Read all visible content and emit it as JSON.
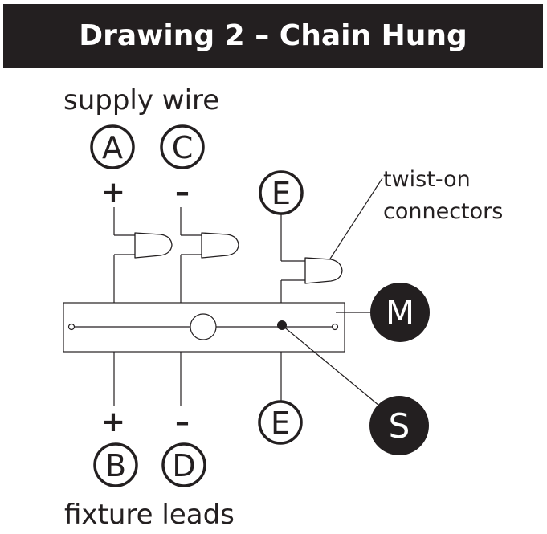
{
  "title": "Drawing 2 – Chain Hung",
  "labels": {
    "supply": "supply wire",
    "fixture": "fixture leads",
    "connectors": [
      "twist-on",
      "connectors"
    ]
  },
  "markers": {
    "A": "A",
    "C": "C",
    "E_top": "E",
    "B": "B",
    "D": "D",
    "E_bottom": "E",
    "M": "M",
    "S": "S"
  },
  "polarity": {
    "A": "+",
    "C": "–",
    "B": "+",
    "D": "–"
  },
  "colors": {
    "ink": "#231f20",
    "header_bg": "#231f20",
    "header_text": "#ffffff",
    "badge_fill": "#231f20",
    "badge_text": "#ffffff"
  }
}
